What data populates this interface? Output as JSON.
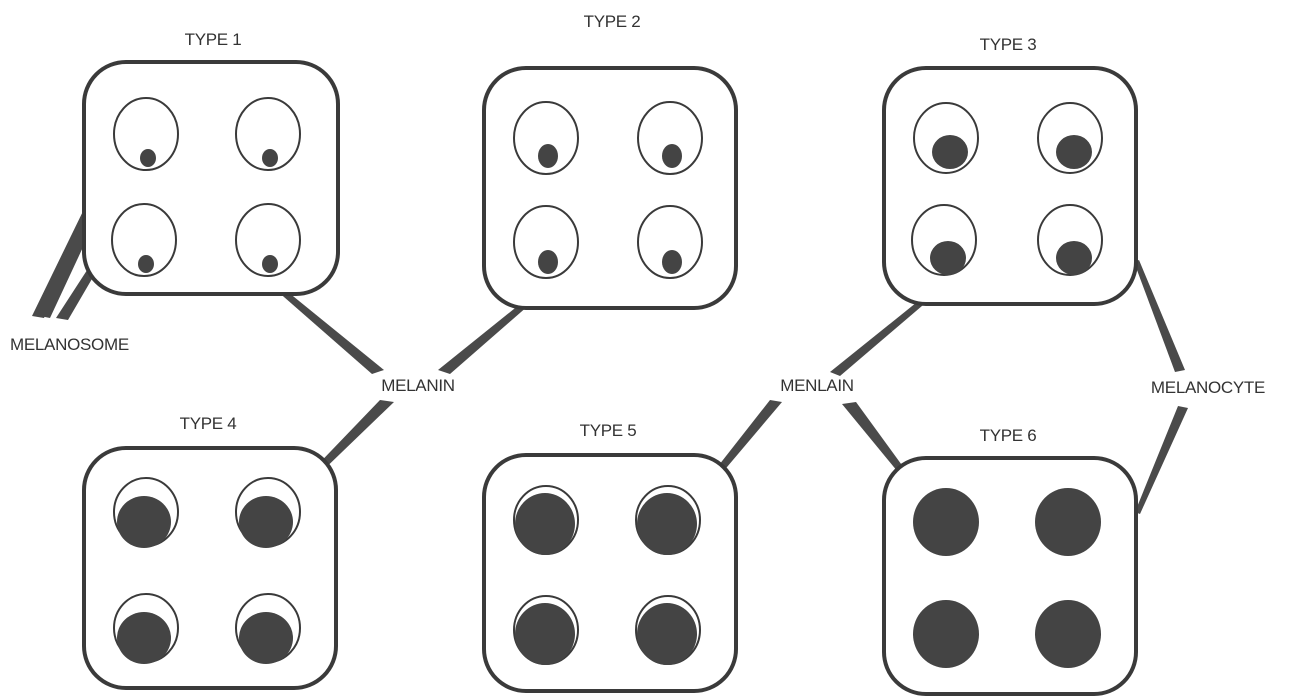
{
  "labels": {
    "type1": "TYPE 1",
    "type2": "TYPE 2",
    "type3": "TYPE 3",
    "type4": "TYPE 4",
    "type5": "TYPE 5",
    "type6": "TYPE 6",
    "melanosome": "MELANOSOME",
    "melanin": "MELANIN",
    "menlain": "MENLAIN",
    "melanocyte": "MELANOCYTE"
  },
  "colors": {
    "outline": "#3a3a3a",
    "melanin": "#444444",
    "background": "#ffffff"
  }
}
